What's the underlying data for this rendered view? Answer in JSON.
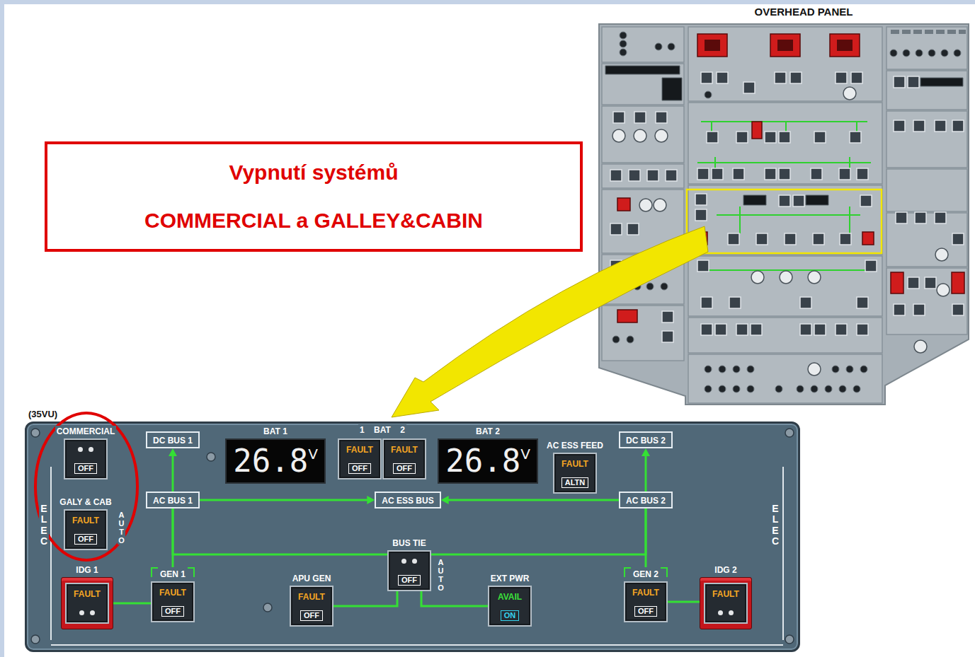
{
  "diagram": {
    "nodes": [
      {
        "text": [
          "Vypnutí systémů",
          "COMMERCIAL a GALLEY&CABIN"
        ]
      },
      {
        "text": [
          "(35VU)"
        ]
      },
      {
        "text": [
          "COMMERCIAL",
          "OFF"
        ],
        "in": 1
      },
      {
        "text": [
          "DC BUS 1"
        ],
        "in": 1
      },
      {
        "text": [
          "BAT 1",
          "26.8",
          "V"
        ],
        "in": 1
      },
      {
        "text": [
          "FAULT",
          "OFF"
        ],
        "in": 1
      },
      {
        "text": [
          "FAULT",
          "OFF"
        ],
        "in": 1
      },
      {
        "text": [
          "BAT 2",
          "26.8",
          "V"
        ],
        "in": 1
      },
      {
        "text": [
          "DC BUS 2"
        ],
        "in": 1
      },
      {
        "text": [
          "AC ESS FEED",
          "FAULT",
          "ALTN"
        ],
        "in": 1
      },
      {
        "text": [
          "GALY & CAB",
          "FAULT",
          "OFF"
        ],
        "in": 1
      },
      {
        "text": [
          "AC BUS 1"
        ],
        "in": 1
      },
      {
        "text": [
          "AC ESS BUS"
        ],
        "in": 1
      },
      {
        "text": [
          "AC BUS 2"
        ],
        "in": 1
      },
      {
        "text": [
          "BUS TIE",
          "OFF"
        ],
        "in": 1
      },
      {
        "text": [
          "IDG 1",
          "FAULT"
        ],
        "in": 1
      },
      {
        "text": [
          "GEN 1",
          "FAULT",
          "OFF"
        ],
        "in": 1
      },
      {
        "text": [
          "APU GEN",
          "FAULT",
          "OFF"
        ],
        "in": 1
      },
      {
        "text": [
          "EXT PWR",
          "AVAIL",
          "ON"
        ],
        "in": 1
      },
      {
        "text": [
          "GEN 2",
          "FAULT",
          "OFF"
        ],
        "in": 1
      },
      {
        "text": [
          "IDG 2",
          "FAULT"
        ],
        "in": 1
      }
    ],
    "edges": [
      {
        "from": 11,
        "to": 3,
        "arrow": "to"
      },
      {
        "from": 11,
        "to": 12,
        "arrow": "to"
      },
      {
        "from": 13,
        "to": 12,
        "arrow": "to"
      },
      {
        "from": 13,
        "to": 8,
        "arrow": "to"
      },
      {
        "from": 16,
        "to": 11,
        "arrow": "none"
      },
      {
        "from": 19,
        "to": 13,
        "arrow": "none"
      },
      {
        "from": 15,
        "to": 16,
        "arrow": "none"
      },
      {
        "from": 19,
        "to": 20,
        "arrow": "none"
      },
      {
        "from": 17,
        "to": 14,
        "arrow": "none"
      },
      {
        "from": 18,
        "to": 14,
        "arrow": "none"
      },
      {
        "from": 14,
        "to": 11,
        "arrow": "none"
      },
      {
        "from": 14,
        "to": 13,
        "arrow": "none"
      }
    ],
    "labels": [
      "OVERHEAD PANEL",
      "1 BAT 2",
      "AUTO",
      "AUTO",
      "ELEC",
      "ELEC"
    ]
  }
}
